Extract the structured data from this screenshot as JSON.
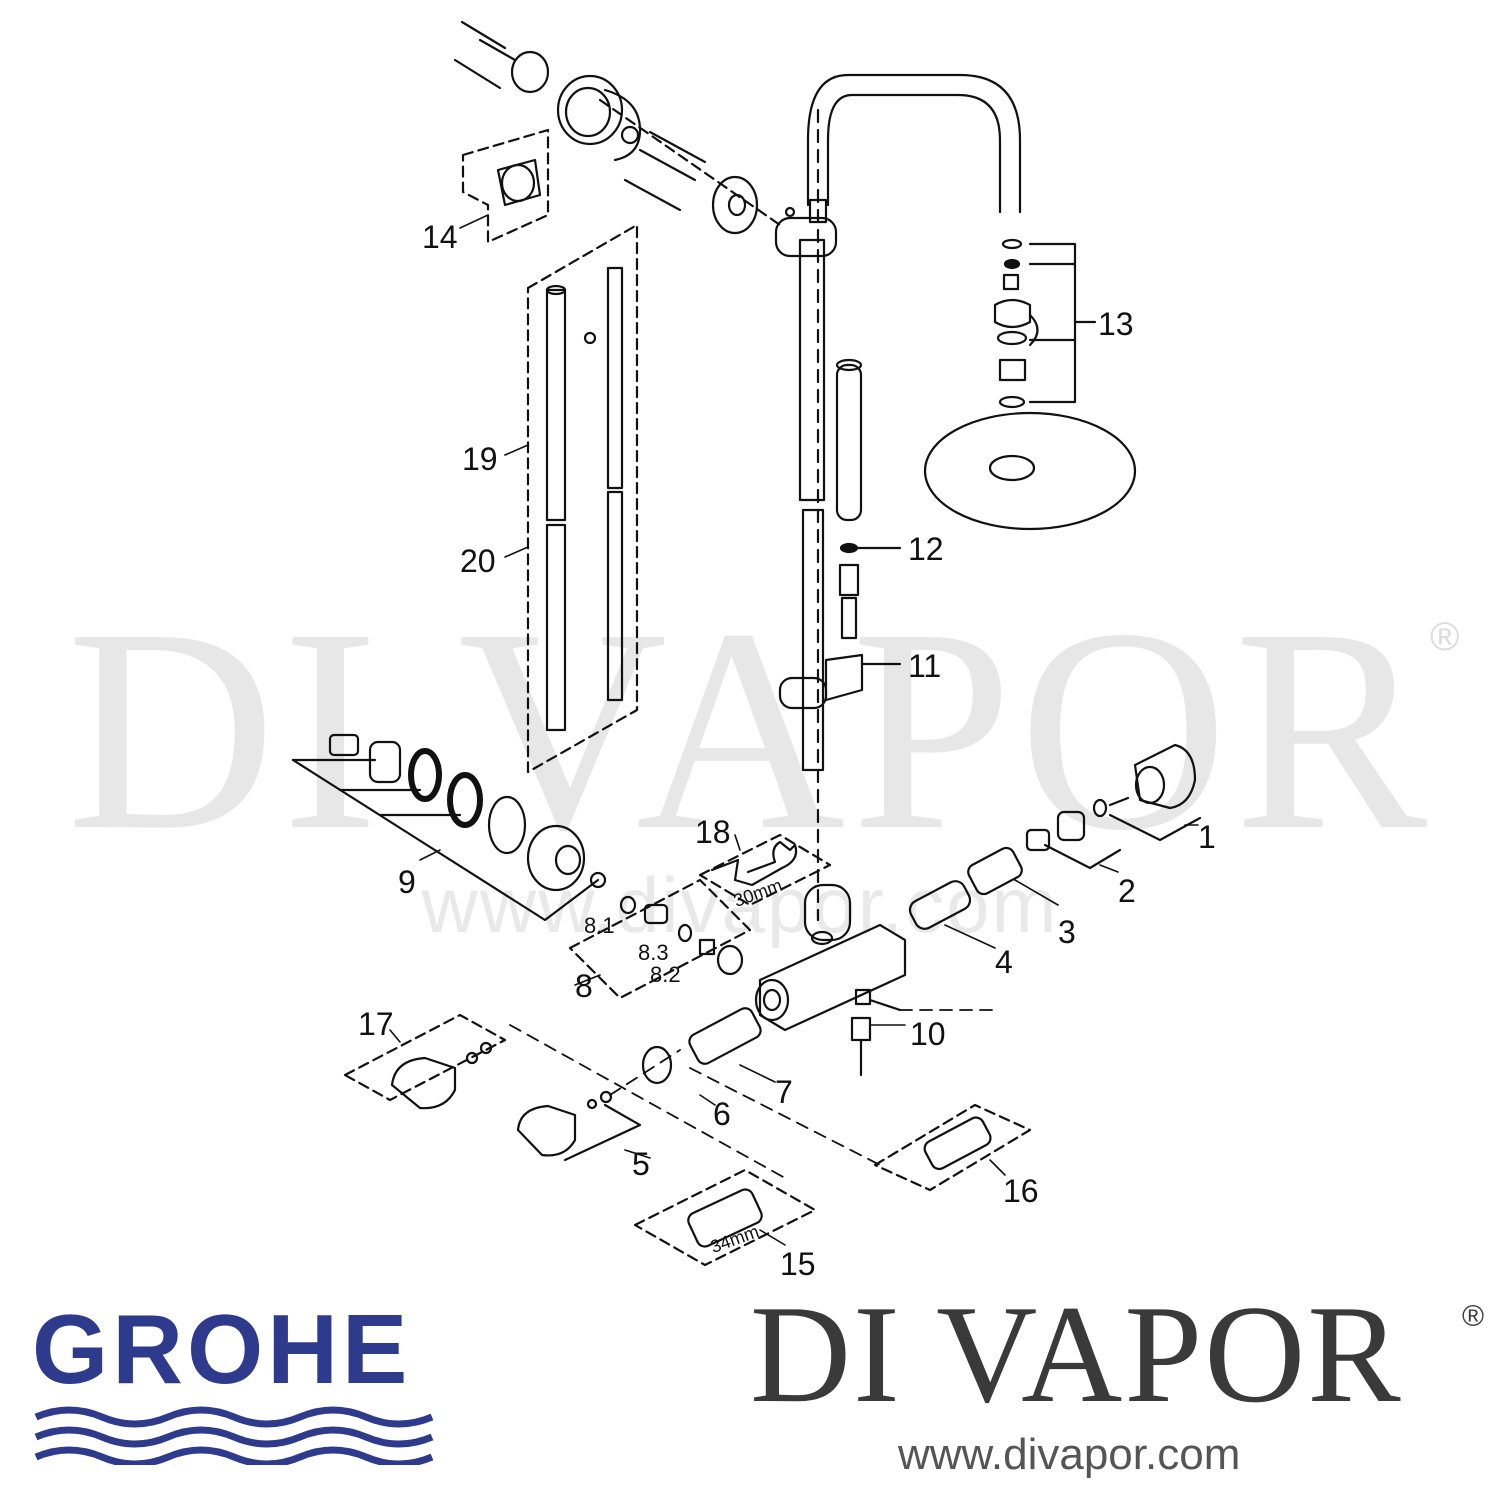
{
  "watermark": {
    "name": "DI VAPOR",
    "registered": "®",
    "url": "www.divapor.com"
  },
  "logos": {
    "grohe": "GROHE",
    "brand_name": "DI VAPOR",
    "brand_registered": "®",
    "brand_url": "www.divapor.com"
  },
  "callouts": [
    {
      "id": "c1",
      "label": "1"
    },
    {
      "id": "c2",
      "label": "2"
    },
    {
      "id": "c3",
      "label": "3"
    },
    {
      "id": "c4",
      "label": "4"
    },
    {
      "id": "c5",
      "label": "5"
    },
    {
      "id": "c6",
      "label": "6"
    },
    {
      "id": "c7",
      "label": "7"
    },
    {
      "id": "c8",
      "label": "8"
    },
    {
      "id": "c8_1",
      "label": "8.1"
    },
    {
      "id": "c8_2",
      "label": "8.2"
    },
    {
      "id": "c8_3",
      "label": "8.3"
    },
    {
      "id": "c9",
      "label": "9"
    },
    {
      "id": "c10",
      "label": "10"
    },
    {
      "id": "c11",
      "label": "11"
    },
    {
      "id": "c12",
      "label": "12"
    },
    {
      "id": "c13",
      "label": "13"
    },
    {
      "id": "c14",
      "label": "14"
    },
    {
      "id": "c15",
      "label": "15"
    },
    {
      "id": "c16",
      "label": "16"
    },
    {
      "id": "c17",
      "label": "17"
    },
    {
      "id": "c18",
      "label": "18"
    },
    {
      "id": "c19",
      "label": "19"
    },
    {
      "id": "c20",
      "label": "20"
    }
  ],
  "dimensions": {
    "wrench_30": "30mm",
    "wrench_34": "34mm"
  }
}
